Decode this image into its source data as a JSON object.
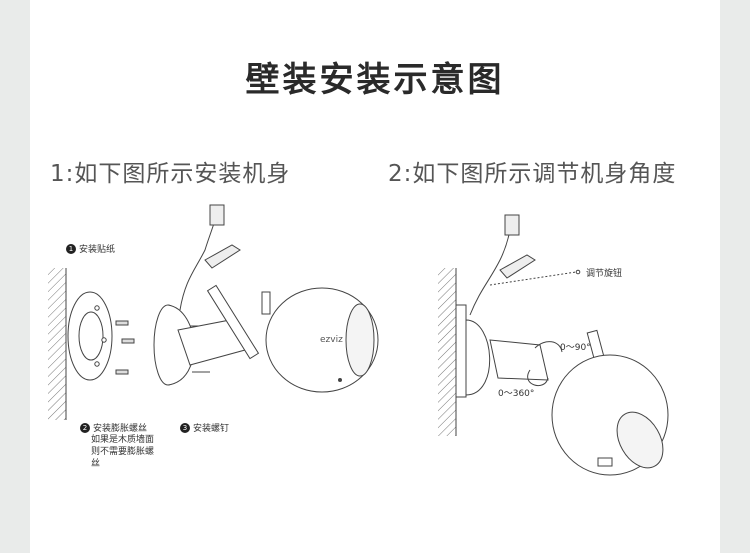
{
  "title": "壁装安装示意图",
  "steps": [
    {
      "label": "1:如下图所示安装机身"
    },
    {
      "label": "2:如下图所示调节机身角度"
    }
  ],
  "parts": {
    "p1_num": "1",
    "p1": "安装贴纸",
    "p2_num": "2",
    "p2": "安装膨胀螺丝",
    "p2_note": "如果是木质墙面则不需要膨胀螺丝",
    "p3_num": "3",
    "p3": "安装螺钉",
    "knob": "调节旋钮"
  },
  "angles": {
    "tilt": "0～90°",
    "pan": "0～360°"
  },
  "brand": "ezviz",
  "colors": {
    "background": "#e9ebea",
    "panel": "#ffffff",
    "line": "#444444"
  }
}
